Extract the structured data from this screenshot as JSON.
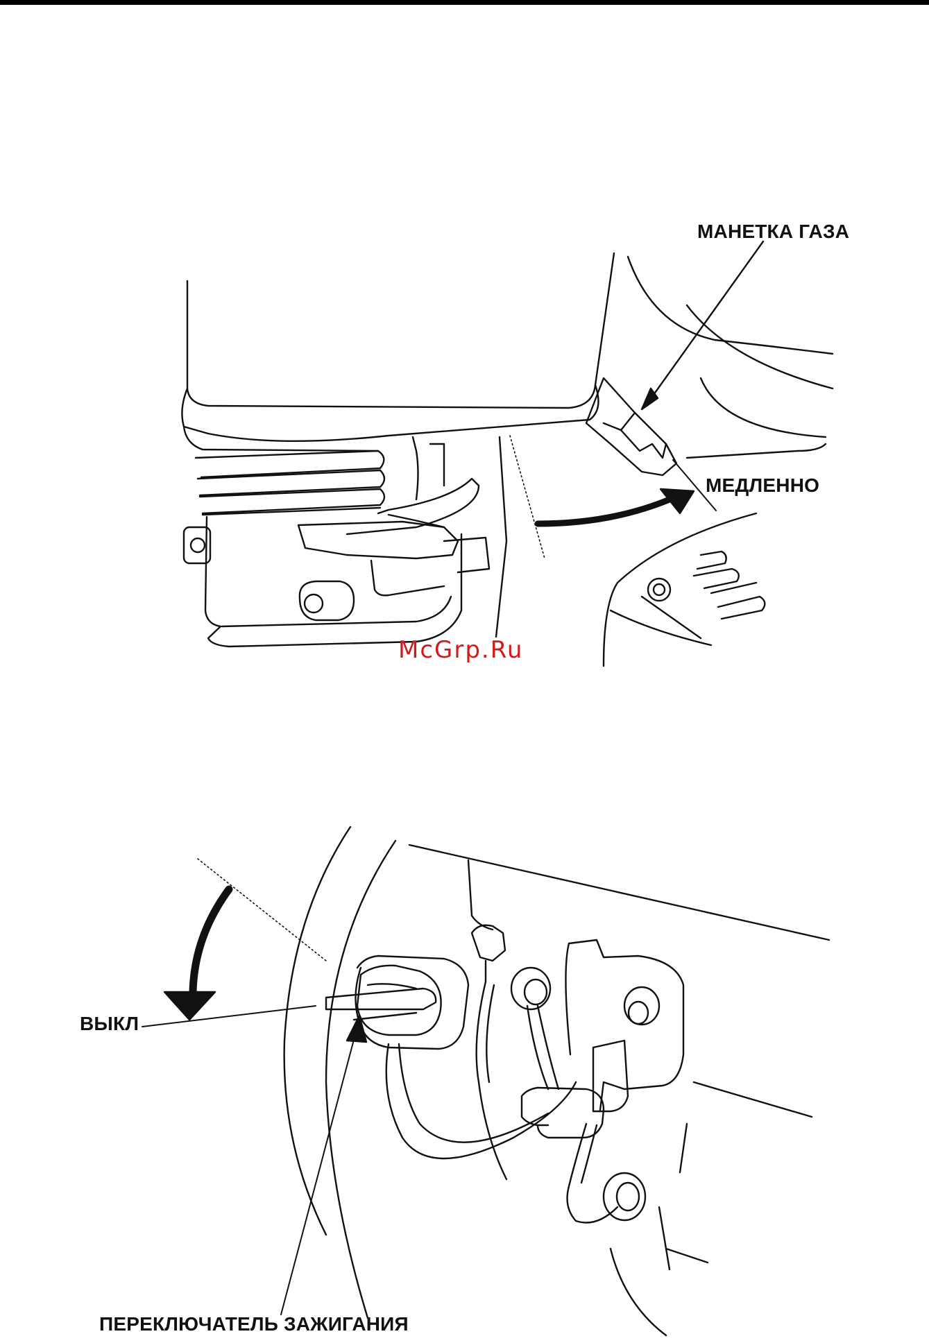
{
  "figure_top": {
    "label_throttle": "МАНЕТКА ГАЗА",
    "label_slow": "МЕДЛЕННО"
  },
  "figure_bottom": {
    "label_off": "ВЫКЛ",
    "label_ignition": "ПЕРЕКЛЮЧАТЕЛЬ ЗАЖИГАНИЯ"
  },
  "watermark": "McGrp.Ru",
  "colors": {
    "line": "#111111",
    "watermark": "#d31a1a"
  }
}
